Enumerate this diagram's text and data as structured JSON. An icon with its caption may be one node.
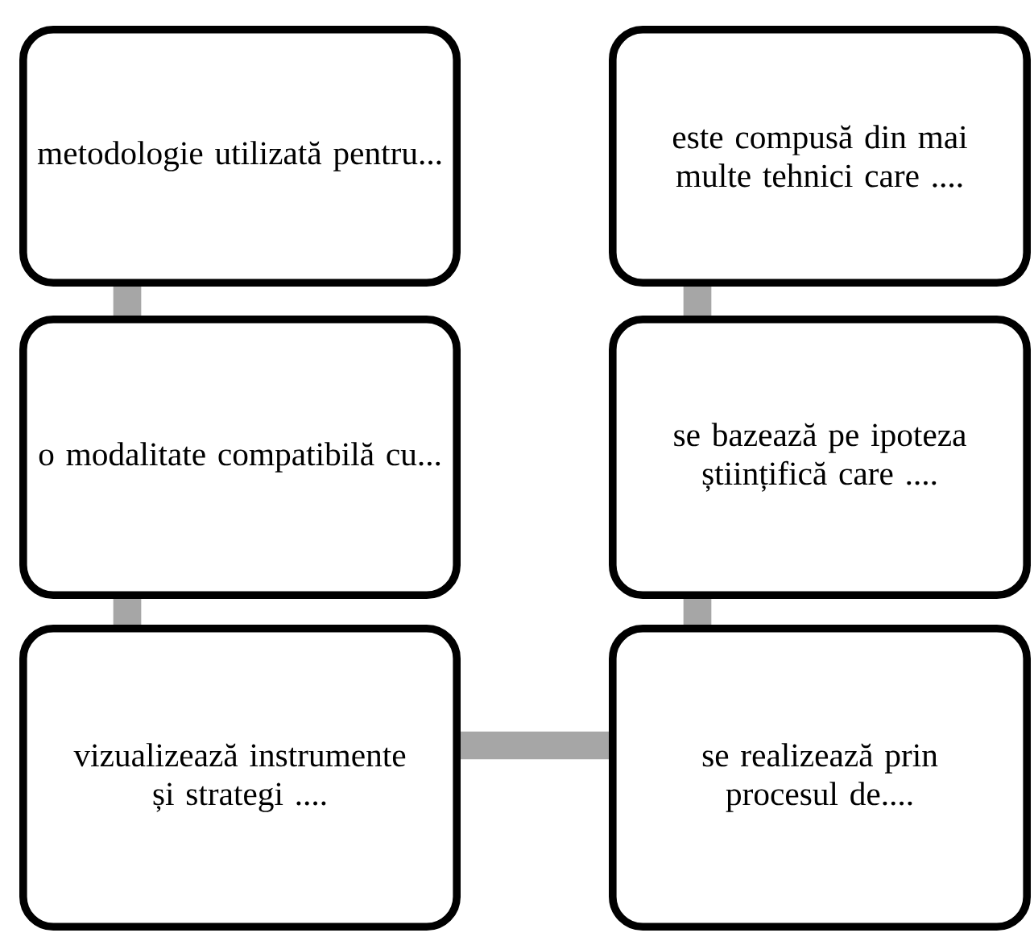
{
  "diagram": {
    "nodes": [
      {
        "text": [
          "metodologie utilizată pentru..."
        ]
      },
      {
        "text": [
          "este compusă din mai multe tehnici care ...."
        ]
      },
      {
        "text": [
          "o modalitate compatibilă cu..."
        ]
      },
      {
        "text": [
          "se bazează pe ipoteza științifică care ...."
        ]
      },
      {
        "text": [
          "vizualizează instrumente și strategi ...."
        ]
      },
      {
        "text": [
          "se realizează prin procesul de...."
        ]
      }
    ],
    "edges": [
      {
        "from": 0,
        "to": 2,
        "arrow": "none"
      },
      {
        "from": 2,
        "to": 4,
        "arrow": "none"
      },
      {
        "from": 4,
        "to": 5,
        "arrow": "none"
      },
      {
        "from": 5,
        "to": 3,
        "arrow": "none"
      },
      {
        "from": 3,
        "to": 1,
        "arrow": "none"
      }
    ]
  }
}
